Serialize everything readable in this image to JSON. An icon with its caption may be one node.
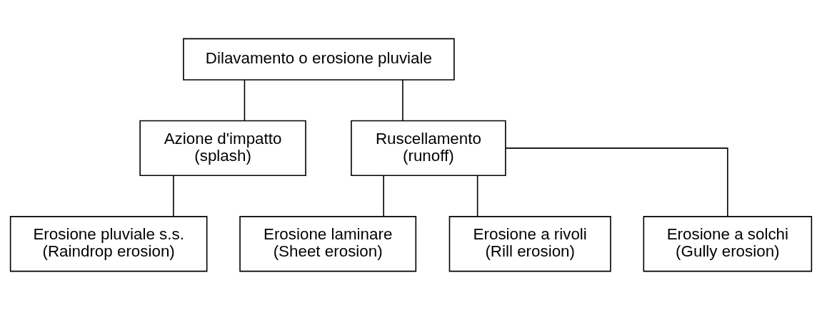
{
  "diagram": {
    "nodes": [
      {
        "text": [
          "Dilavamento o erosione pluviale"
        ]
      },
      {
        "text": [
          "Azione d'impatto",
          "(splash)"
        ]
      },
      {
        "text": [
          "Ruscellamento",
          "(runoff)"
        ]
      },
      {
        "text": [
          "Erosione pluviale s.s.",
          "(Raindrop erosion)"
        ]
      },
      {
        "text": [
          "Erosione laminare",
          "(Sheet erosion)"
        ]
      },
      {
        "text": [
          "Erosione a rivoli",
          "(Rill erosion)"
        ]
      },
      {
        "text": [
          "Erosione a solchi",
          "(Gully erosion)"
        ]
      }
    ],
    "edges": [
      {
        "from": 0,
        "to": 1,
        "arrow": "none"
      },
      {
        "from": 0,
        "to": 2,
        "arrow": "none"
      },
      {
        "from": 1,
        "to": 3,
        "arrow": "none"
      },
      {
        "from": 2,
        "to": 4,
        "arrow": "none"
      },
      {
        "from": 2,
        "to": 5,
        "arrow": "none"
      },
      {
        "from": 2,
        "to": 6,
        "arrow": "none"
      }
    ]
  }
}
